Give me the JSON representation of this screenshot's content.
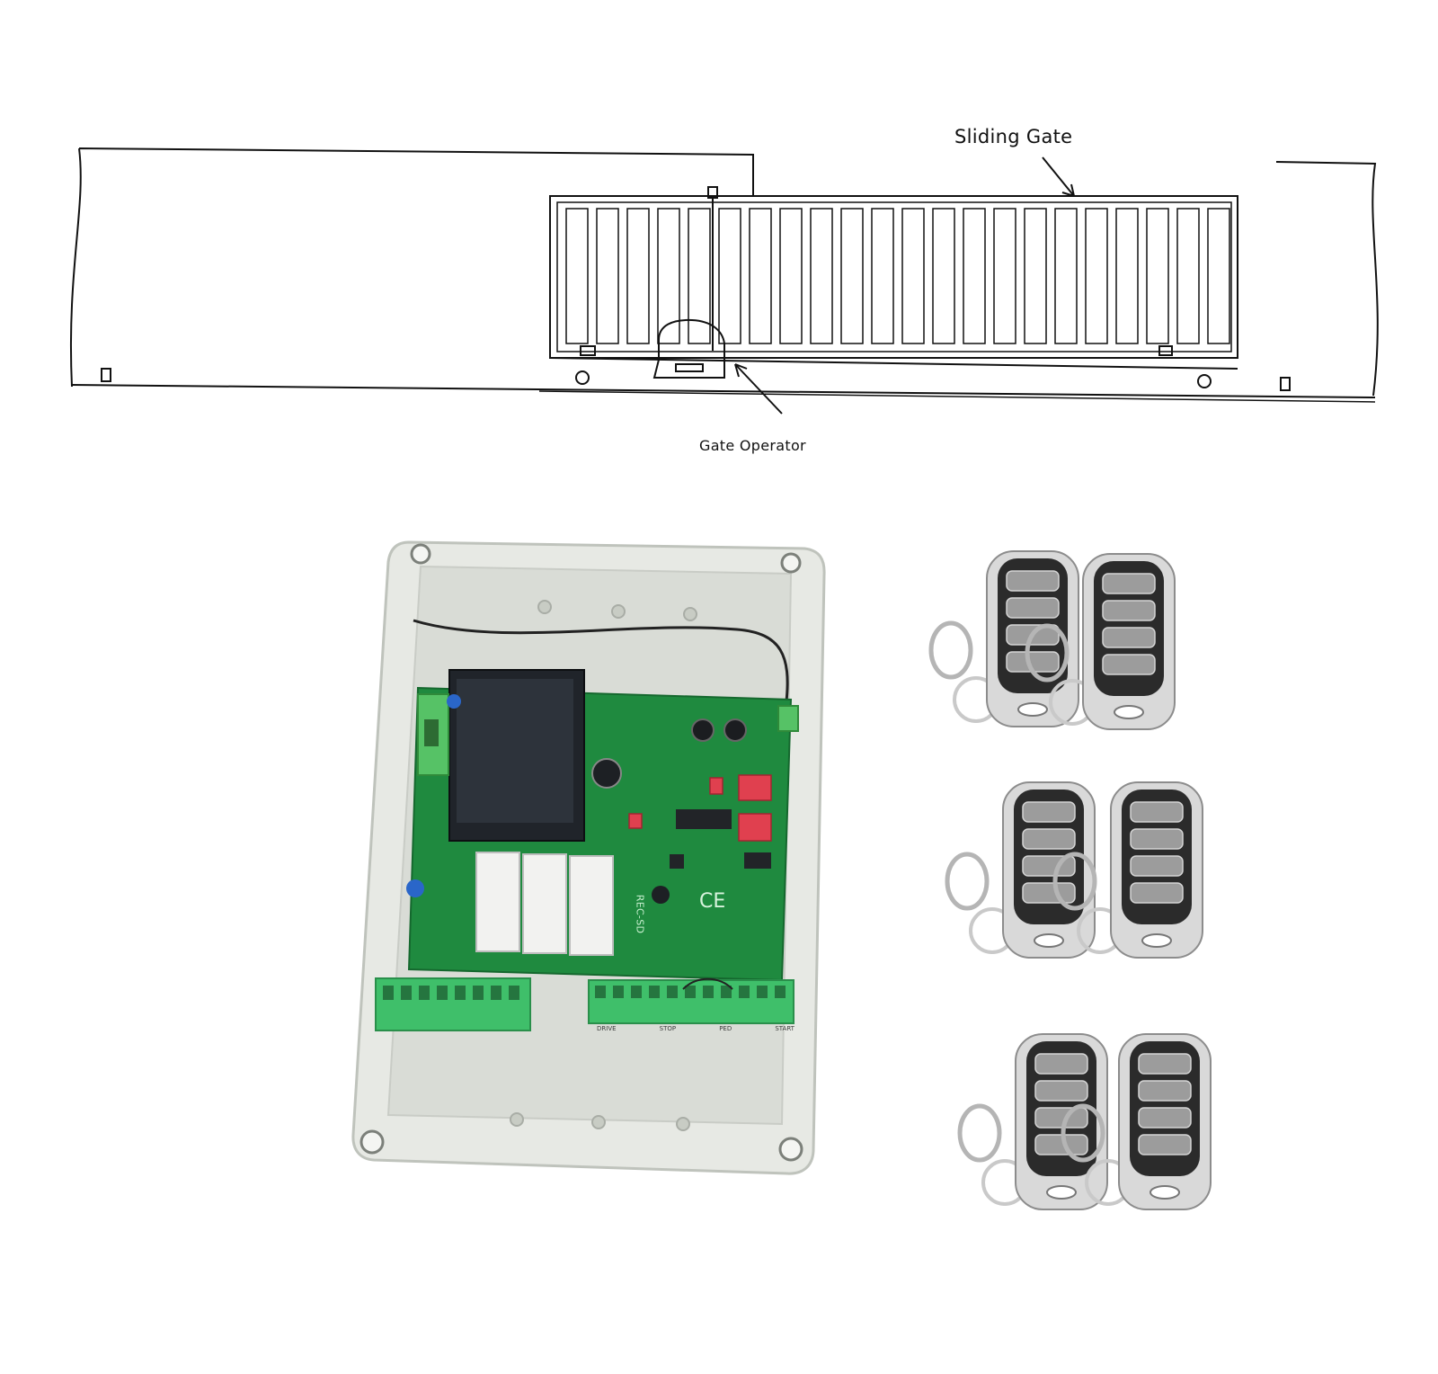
{
  "diagram": {
    "sliding_gate_label": "Sliding Gate",
    "gate_operator_label": "Gate Operator"
  },
  "pcb": {
    "model_text": "REC-SD",
    "ce_mark": "CE",
    "terminal_labels": [
      "DRIVE",
      "STOP",
      "PED",
      "START"
    ],
    "colors": {
      "board": "#1f8a3f",
      "terminal": "#3fbf6a",
      "enclosure": "#e7e9e4"
    }
  },
  "remotes": {
    "count": 6,
    "colors": {
      "shell": "#2b2b2b",
      "chrome": "#d9d9d9",
      "button": "#9c9c9c"
    }
  }
}
